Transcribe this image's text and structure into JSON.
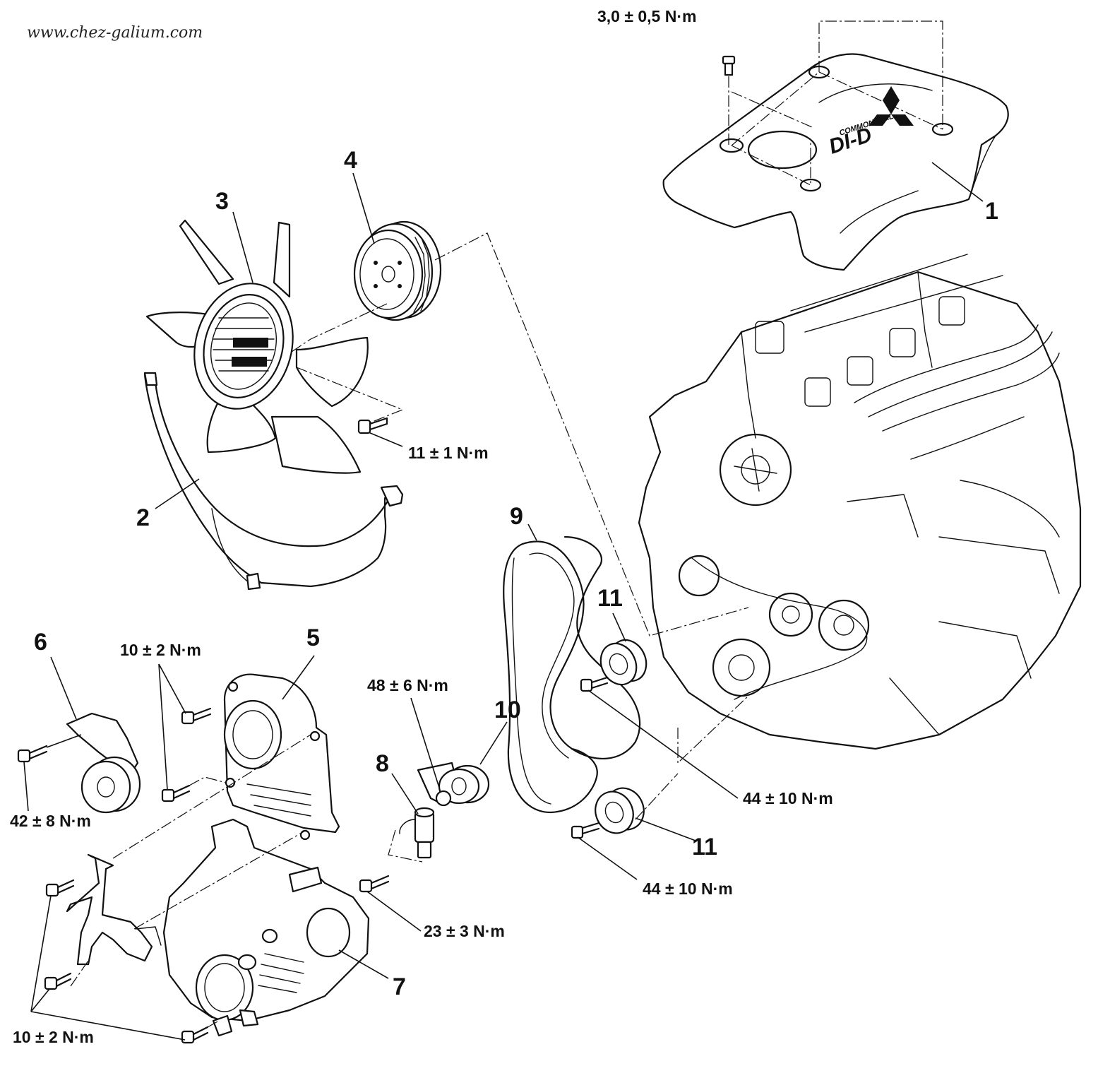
{
  "watermark": "www.chez-galium.com",
  "logo": {
    "line1": "COMMON RAIL",
    "line2": "DI-D",
    "mark": "three-diamond-icon"
  },
  "callouts": {
    "c1": "1",
    "c2": "2",
    "c3": "3",
    "c4": "4",
    "c5": "5",
    "c6": "6",
    "c7": "7",
    "c8": "8",
    "c9": "9",
    "c10": "10",
    "c11a": "11",
    "c11b": "11"
  },
  "torques": {
    "engine_cover": "3,0 ± 0,5 N·m",
    "fan_bolt": "11 ± 1 N·m",
    "cover5_bolts": "10 ± 2 N·m",
    "bracket6_bolt": "42 ± 8 N·m",
    "tensioner10": "48 ± 6 N·m",
    "idler_upper": "44 ± 10 N·m",
    "idler_lower": "44 ± 10 N·m",
    "sensor8": "23 ± 3 N·m",
    "cover7_bolts": "10 ± 2 N·m"
  }
}
